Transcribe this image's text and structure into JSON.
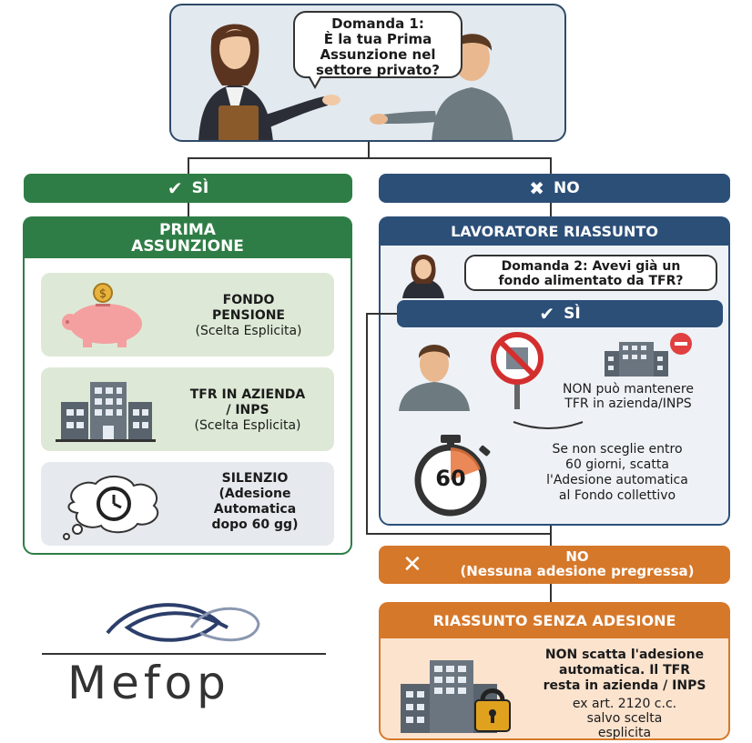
{
  "question1": {
    "lines": [
      "Domanda 1:",
      "È la tua Prima",
      "Assunzione nel",
      "settore privato?"
    ]
  },
  "branch_yes": {
    "label": "SÌ",
    "title_lines": [
      "PRIMA",
      "ASSUNZIONE"
    ],
    "options": [
      {
        "icon": "piggy-bank-icon",
        "lines": [
          "FONDO",
          "PENSIONE"
        ],
        "sub": "(Scelta Esplicita)"
      },
      {
        "icon": "office-building-icon",
        "lines": [
          "TFR IN AZIENDA",
          "/ INPS"
        ],
        "sub": "(Scelta Esplicita)"
      },
      {
        "icon": "clock-thought-icon",
        "lines": [
          "SILENZIO",
          "(Adesione",
          "Automatica",
          "dopo 60 gg)"
        ]
      }
    ]
  },
  "branch_no": {
    "label": "NO",
    "title": "LAVORATORE RIASSUNTO",
    "question2_lines": [
      "Domanda 2: Avevi già un",
      "fondo alimentato da TFR?"
    ],
    "yes_label": "SÌ",
    "no_keep_lines": [
      "NON può mantenere",
      "TFR in azienda/INPS"
    ],
    "timer_value": "60",
    "auto_lines": [
      "Se non sceglie entro",
      "60 giorni, scatta",
      "l'Adesione automatica",
      "al Fondo collettivo"
    ]
  },
  "branch_no2": {
    "label": "NO",
    "sub": "(Nessuna adesione pregressa)",
    "title": "RIASSUNTO SENZA ADESIONE",
    "lines": [
      "NON scatta l'adesione",
      "automatica. Il TFR",
      "resta in azienda / INPS"
    ],
    "note_lines": [
      "ex art. 2120 c.c.",
      "salvo scelta",
      "esplicita"
    ]
  },
  "logo": {
    "text": "Mefop"
  },
  "colors": {
    "green": "#2f7d46",
    "navy": "#2c4f78",
    "orange": "#d6782a"
  }
}
